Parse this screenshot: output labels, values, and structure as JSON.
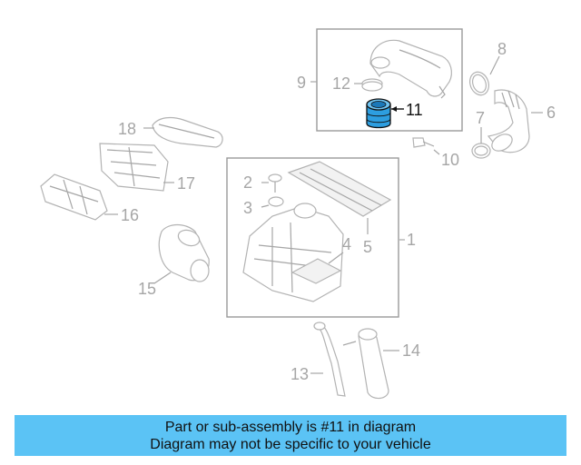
{
  "diagram": {
    "labels": {
      "p1": "1",
      "p2": "2",
      "p3": "3",
      "p4": "4",
      "p5": "5",
      "p6": "6",
      "p7": "7",
      "p8": "8",
      "p9": "9",
      "p10": "10",
      "p11": "11",
      "p12": "12",
      "p13": "13",
      "p14": "14",
      "p15": "15",
      "p16": "16",
      "p17": "17",
      "p18": "18"
    },
    "highlight_color": "#2d9ee0"
  },
  "banner": {
    "line1": "Part or sub-assembly is #11 in diagram",
    "line2": "Diagram may not be specific to your vehicle",
    "color": "#5bc3f5"
  }
}
